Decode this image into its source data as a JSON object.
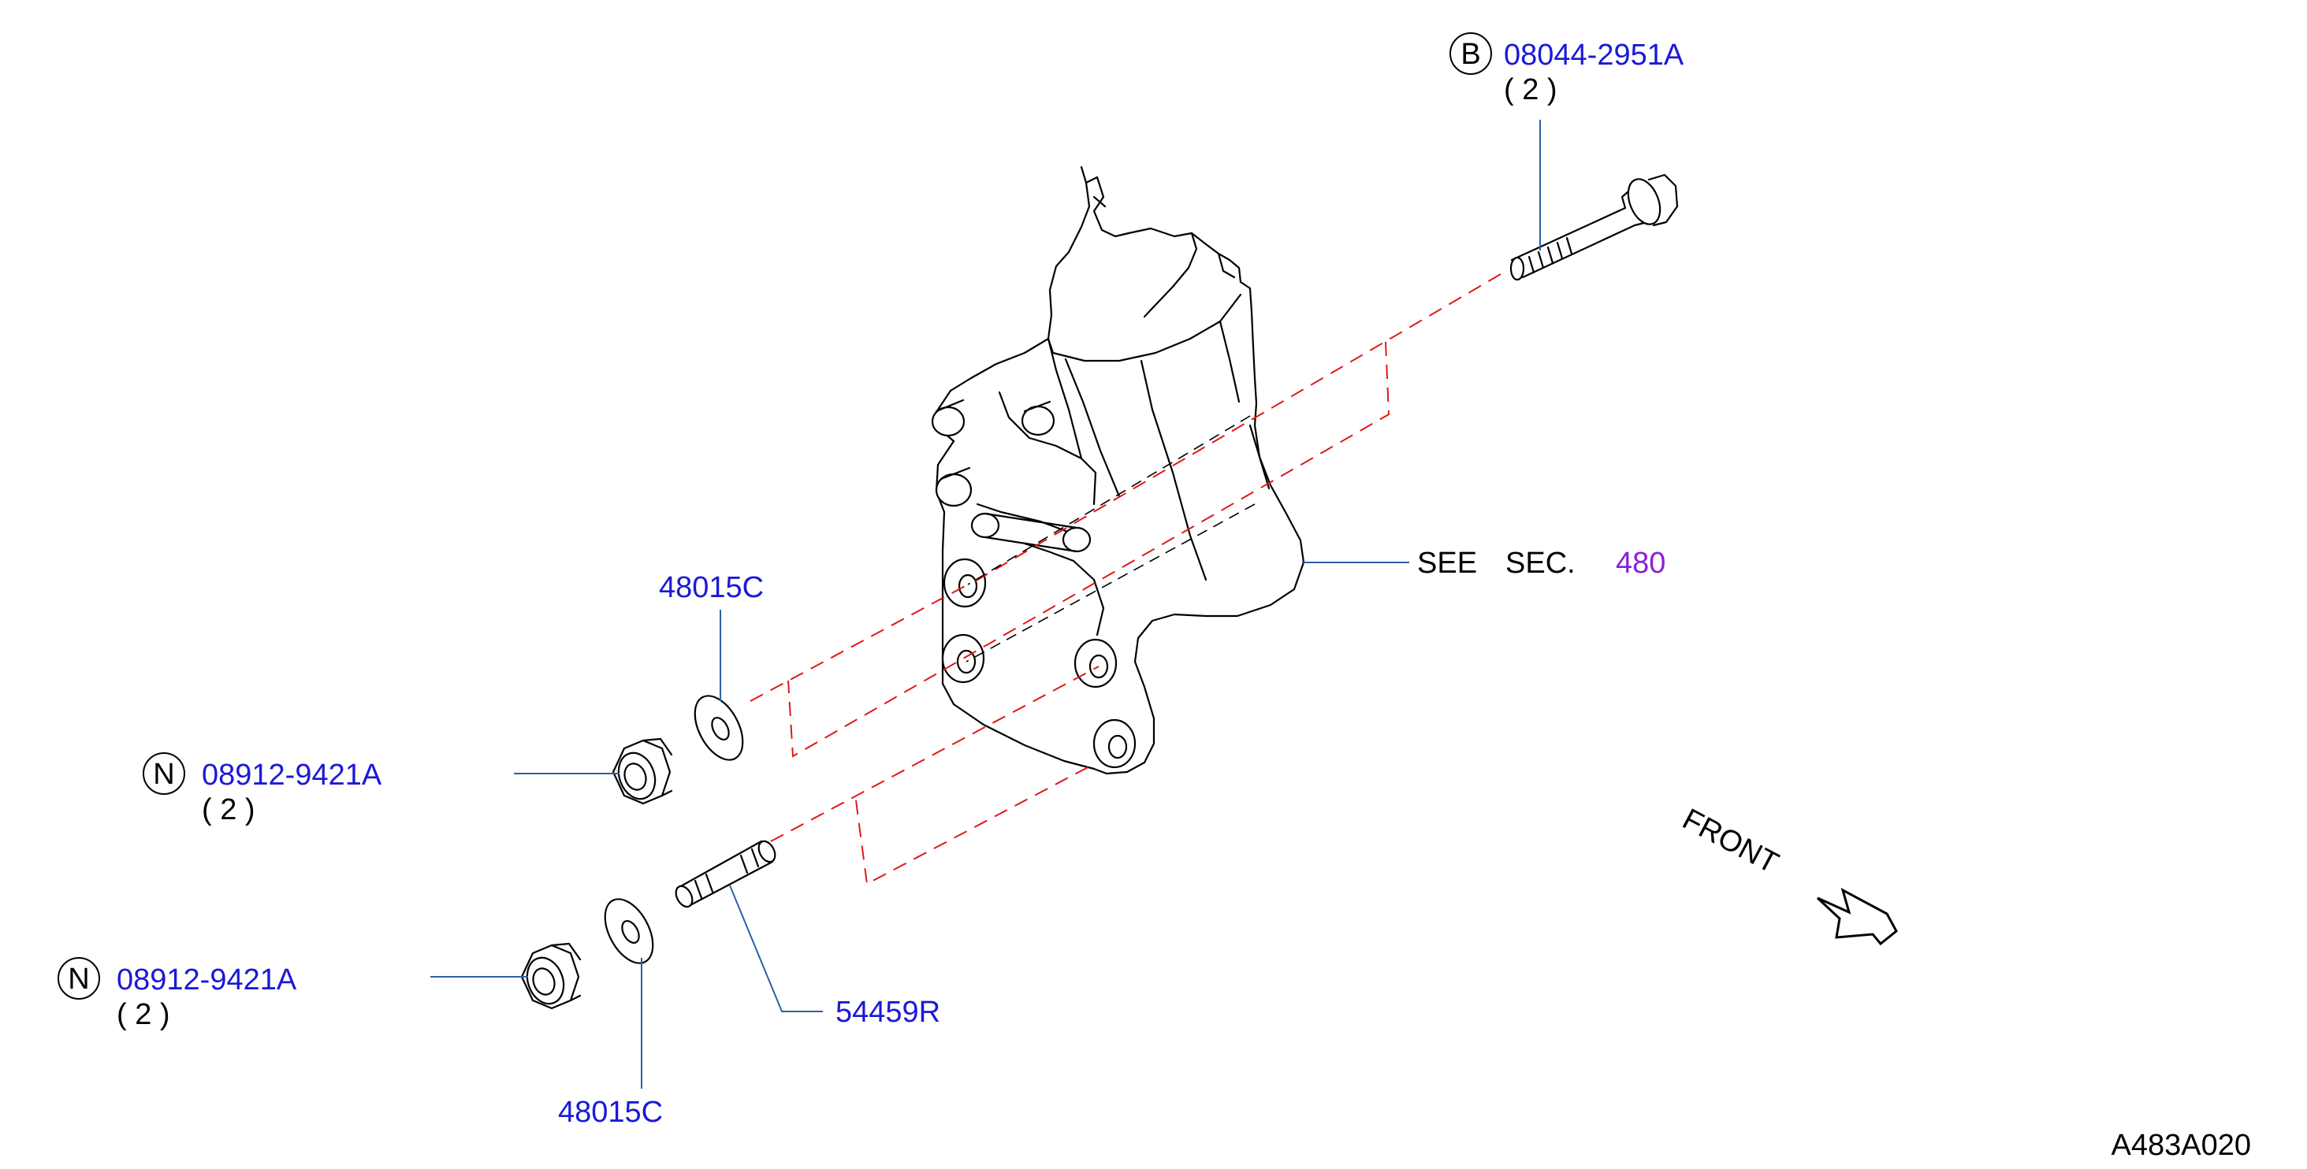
{
  "parts": {
    "bolt_top": {
      "prefix": "B",
      "number": "08044-2951A",
      "qty": "( 2 )"
    },
    "washer_upper": {
      "number": "48015C"
    },
    "nut_upper": {
      "prefix": "N",
      "number": "08912-9421A",
      "qty": "( 2 )"
    },
    "nut_lower": {
      "prefix": "N",
      "number": "08912-9421A",
      "qty": "( 2 )"
    },
    "washer_lower": {
      "number": "48015C"
    },
    "stud": {
      "number": "54459R"
    }
  },
  "see_section": {
    "see": "SEE",
    "sec": "SEC.",
    "number": "480"
  },
  "front_label": "FRONT",
  "diagram_code": "A483A020",
  "colors": {
    "part_number": "#1a1ad6",
    "section_link": "#8b1fd6",
    "leader": "#2d5fa8",
    "exploded_line": "#e01818"
  }
}
